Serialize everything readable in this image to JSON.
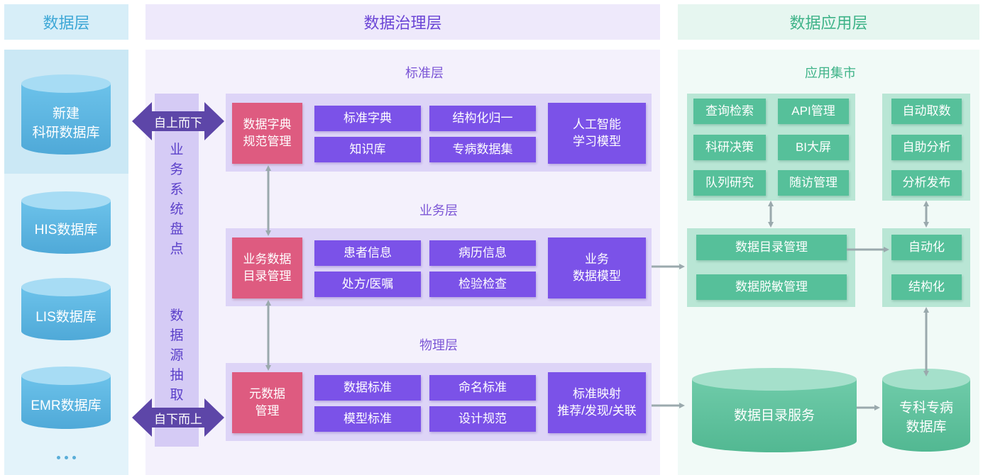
{
  "columns": {
    "data_layer": "数据层",
    "governance_layer": "数据治理层",
    "application_layer": "数据应用层"
  },
  "data_layer": {
    "databases": [
      "新建\n科研数据库",
      "HIS数据库",
      "LIS数据库",
      "EMR数据库"
    ],
    "more": "..."
  },
  "governance": {
    "side_label_top": "业务系统盘点",
    "side_label_bottom": "数据源抽取",
    "arrow_top": "自上而下",
    "arrow_bottom": "自下而上",
    "standard": {
      "title": "标准层",
      "main": "数据字典\n规范管理",
      "items": [
        "标准字典",
        "结构化归一",
        "知识库",
        "专病数据集"
      ],
      "model": "人工智能\n学习模型"
    },
    "business": {
      "title": "业务层",
      "main": "业务数据\n目录管理",
      "items": [
        "患者信息",
        "病历信息",
        "处方/医嘱",
        "检验检查"
      ],
      "model": "业务\n数据模型"
    },
    "physical": {
      "title": "物理层",
      "main": "元数据\n管理",
      "items": [
        "数据标准",
        "命名标准",
        "模型标准",
        "设计规范"
      ],
      "model": "标准映射\n推荐/发现/关联"
    }
  },
  "application": {
    "market_title": "应用集市",
    "market_items": [
      "查询检索",
      "API管理",
      "科研决策",
      "BI大屏",
      "队列研究",
      "随访管理"
    ],
    "right_items": [
      "自动取数",
      "自助分析",
      "分析发布"
    ],
    "catalog_items": [
      "数据目录管理",
      "数据脱敏管理"
    ],
    "auto_items": [
      "自动化",
      "结构化"
    ],
    "catalog_service": "数据目录服务",
    "specialty_db": "专科专病\n数据库"
  },
  "colors": {
    "purple": "#7b52e8",
    "pink": "#de5b80",
    "green": "#56c09a",
    "blue_db": "#5fb8e3",
    "arrow_purple": "#5d46a8"
  }
}
